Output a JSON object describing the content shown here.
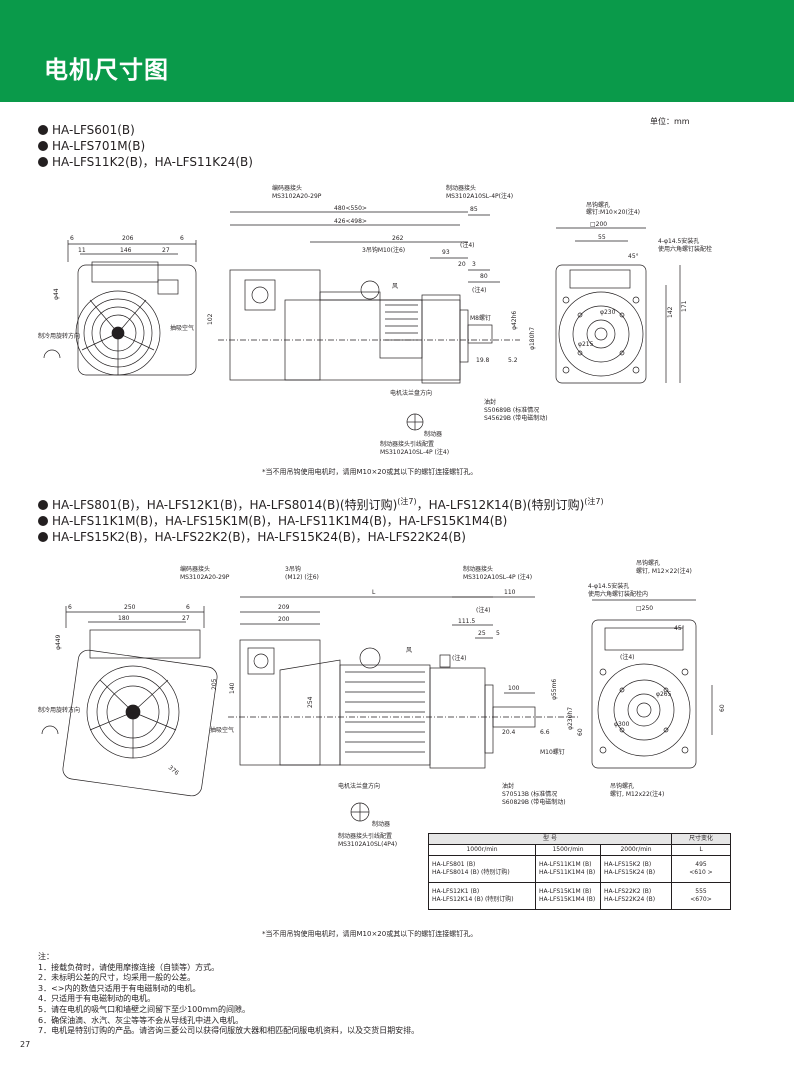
{
  "header": {
    "title": "电机尺寸图"
  },
  "unit": "单位：mm",
  "section1": {
    "models": [
      "HA-LFS601(B)",
      "HA-LFS701M(B)",
      "HA-LFS11K2(B)，HA-LFS11K24(B)"
    ],
    "labels": {
      "encoder_conn": "编码器接头",
      "encoder_conn_model": "MS3102A20-29P",
      "brake_conn": "制动器接头",
      "brake_conn_model": "MS3102A10SL-4P(注4)",
      "dim_480": "480<550>",
      "dim_426": "426<498>",
      "dim_85": "85",
      "dim_262": "262",
      "note4a": "(注4)",
      "eyebolt": "3吊钩M10(注6)",
      "dim_93": "93",
      "dim_20": "20",
      "dim_3": "3",
      "dim_80": "80",
      "note4b": "(注4)",
      "dim_206": "206",
      "dim_146": "146",
      "dim_27": "27",
      "dim_6a": "6",
      "dim_6b": "6",
      "dim_11": "11",
      "phi44": "φ44",
      "dim_102": "102",
      "cooling_dir": "制冷用旋转方向",
      "air_intake": "抽吸空气",
      "m8": "M8螺钉",
      "phi42": "φ42h6",
      "phi180": "φ180h7",
      "dim_19_8": "19.8",
      "dim_5_2": "5.2",
      "wind": "风",
      "flange_dir": "电机法兰盘方向",
      "oil_seal": "油封",
      "oil_seal_std": "S50689B (标准情况",
      "oil_seal_brk": "S45629B (带电磁制动)",
      "brake": "制动器",
      "brake_lead": "制动器接头引线配置",
      "brake_lead_model": "MS3102A10SL-4P (注4)",
      "eye_hole": "吊钩螺孔",
      "eye_hole_spec": "螺钉:M10×20(注4)",
      "sq200": "□200",
      "dim_55": "55",
      "mount_holes": "4-φ14.5安装孔",
      "mount_bolt": "使用六角螺钉装配栓",
      "deg45": "45°",
      "dim_142": "142",
      "dim_171": "171",
      "phi230": "φ230",
      "phi215": "φ215"
    },
    "footnote": "*当不用吊钩使用电机时，请用M10×20或其以下的螺钉连接螺钉孔。"
  },
  "section2": {
    "models": [
      {
        "text": "HA-LFS801(B)，HA-LFS12K1(B)，HA-LFS8014(B)(特别订购)",
        "sup": "(注7)",
        "text2": "，HA-LFS12K14(B)(特别订购)",
        "sup2": "(注7)"
      },
      {
        "text": "HA-LFS11K1M(B)，HA-LFS15K1M(B)，HA-LFS11K1M4(B)，HA-LFS15K1M4(B)",
        "sup": "",
        "text2": "",
        "sup2": ""
      },
      {
        "text": "HA-LFS15K2(B)，HA-LFS22K2(B)，HA-LFS15K24(B)，HA-LFS22K24(B)",
        "sup": "",
        "text2": "",
        "sup2": ""
      }
    ],
    "labels": {
      "encoder_conn": "编码器接头",
      "encoder_conn_model": "MS3102A20-29P",
      "eyebolt": "3吊钩",
      "eyebolt_spec": "(M12) (注6)",
      "brake_conn": "制动器接头",
      "brake_conn_model": "MS3102A10SL-4P (注4)",
      "dim_L": "L",
      "dim_110": "110",
      "dim_209": "209",
      "dim_200": "200",
      "note4a": "(注4)",
      "dim_111_5": "111.5",
      "dim_25": "25",
      "dim_5": "5",
      "note4b": "(注4)",
      "dim_250": "250",
      "dim_180": "180",
      "dim_27": "27",
      "dim_6a": "6",
      "dim_6b": "6",
      "phi449": "φ449",
      "dim_205": "205",
      "cooling_dir": "制冷用旋转方向",
      "air_intake": "抽吸空气",
      "dim_376": "376",
      "dim_140": "140",
      "phi254": "254",
      "dim_100": "100",
      "phi55": "φ55m6",
      "phi230": "φ230h7",
      "dim_20_4": "20.4",
      "dim_6_6": "6.6",
      "m10": "M10螺钉",
      "flange_dir": "电机法兰盘方向",
      "oil_seal": "油封",
      "oil_seal_std": "S70513B (标准情况",
      "oil_seal_brk": "S60829B (带电磁制动)",
      "brake": "制动器",
      "brake_lead": "制动器接头引线配置",
      "brake_lead_model": "MS3102A10SL(4P4)",
      "eye_hole": "吊钩螺孔",
      "eye_hole_spec": "螺钉, M12×22(注4)",
      "mount_holes": "4-φ14.5安装孔",
      "mount_bolt": "使用六角螺钉装配栓内",
      "sq250": "□250",
      "deg45": "45°",
      "phi300": "φ300",
      "phi265": "φ265",
      "dim_60a": "60",
      "dim_60b": "60",
      "eye_hole2": "吊钩螺孔",
      "eye_hole2_spec": "螺钉, M12x22(注4)",
      "wind": "风"
    },
    "table": {
      "model_header": "型 号",
      "size_header": "尺寸变化",
      "speeds": [
        "1000r/min",
        "1500r/min",
        "2000r/min"
      ],
      "size_col": "L",
      "rows": [
        {
          "c1": [
            "HA-LFS801 (B)",
            "HA-LFS8014 (B) (特别订购)"
          ],
          "c2": [
            "HA-LFS11K1M (B)",
            "HA-LFS11K1M4 (B)"
          ],
          "c3": [
            "HA-LFS15K2 (B)",
            "HA-LFS15K24 (B)"
          ],
          "size": [
            "495",
            "<610 >"
          ]
        },
        {
          "c1": [
            "HA-LFS12K1 (B)",
            "HA-LFS12K14 (B) (特别订购)"
          ],
          "c2": [
            "HA-LFS15K1M (B)",
            "HA-LFS15K1M4 (B)"
          ],
          "c3": [
            "HA-LFS22K2 (B)",
            "HA-LFS22K24 (B)"
          ],
          "size": [
            "555",
            "<670>"
          ]
        }
      ]
    },
    "footnote": "*当不用吊钩使用电机时，请用M10×20或其以下的螺钉连接螺钉孔。"
  },
  "notes": {
    "title": "注：",
    "items": [
      "1．接载负荷时，请使用摩擦连接（自锁等）方式。",
      "2．未标明公差的尺寸，均采用一般的公差。",
      "3．<>内的数值只适用于有电磁制动的电机。",
      "4．只适用于有电磁制动的电机。",
      "5．请在电机的吸气口和墙壁之间留下至少100mm的间隙。",
      "6．确保油滴、水汽、灰尘等等不会从导线孔中进入电机。",
      "7．电机是特别订购的产品。请咨询三菱公司以获得伺服放大器和相匹配伺服电机资料，以及交货日期安排。"
    ]
  },
  "page_number": "27"
}
